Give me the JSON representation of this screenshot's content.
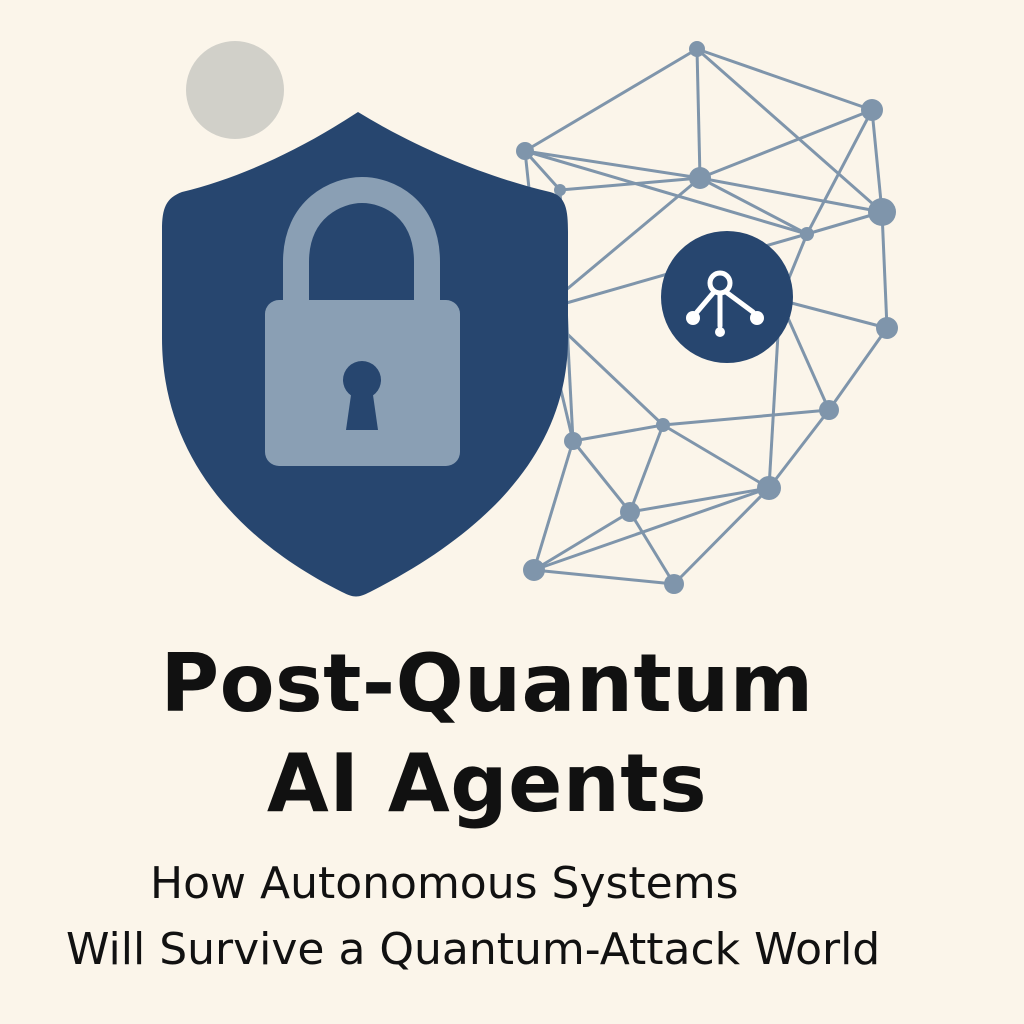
{
  "title": {
    "line1": "Post-Quantum",
    "line2": "AI Agents"
  },
  "subtitle": {
    "line1": "How Autonomous Systems",
    "line2": "Will Survive a Quantum-Attack World"
  },
  "icons": {
    "shield": "shield-icon",
    "lock": "padlock-icon",
    "network": "network-mesh-icon",
    "hub": "agent-hub-icon",
    "orb": "grey-circle-icon"
  },
  "colors": {
    "background": "#fbf5ea",
    "shield": "#27466f",
    "lock": "#8a9fb4",
    "network": "#7f95ab",
    "orb": "#d1d0c9",
    "text": "#111111"
  }
}
